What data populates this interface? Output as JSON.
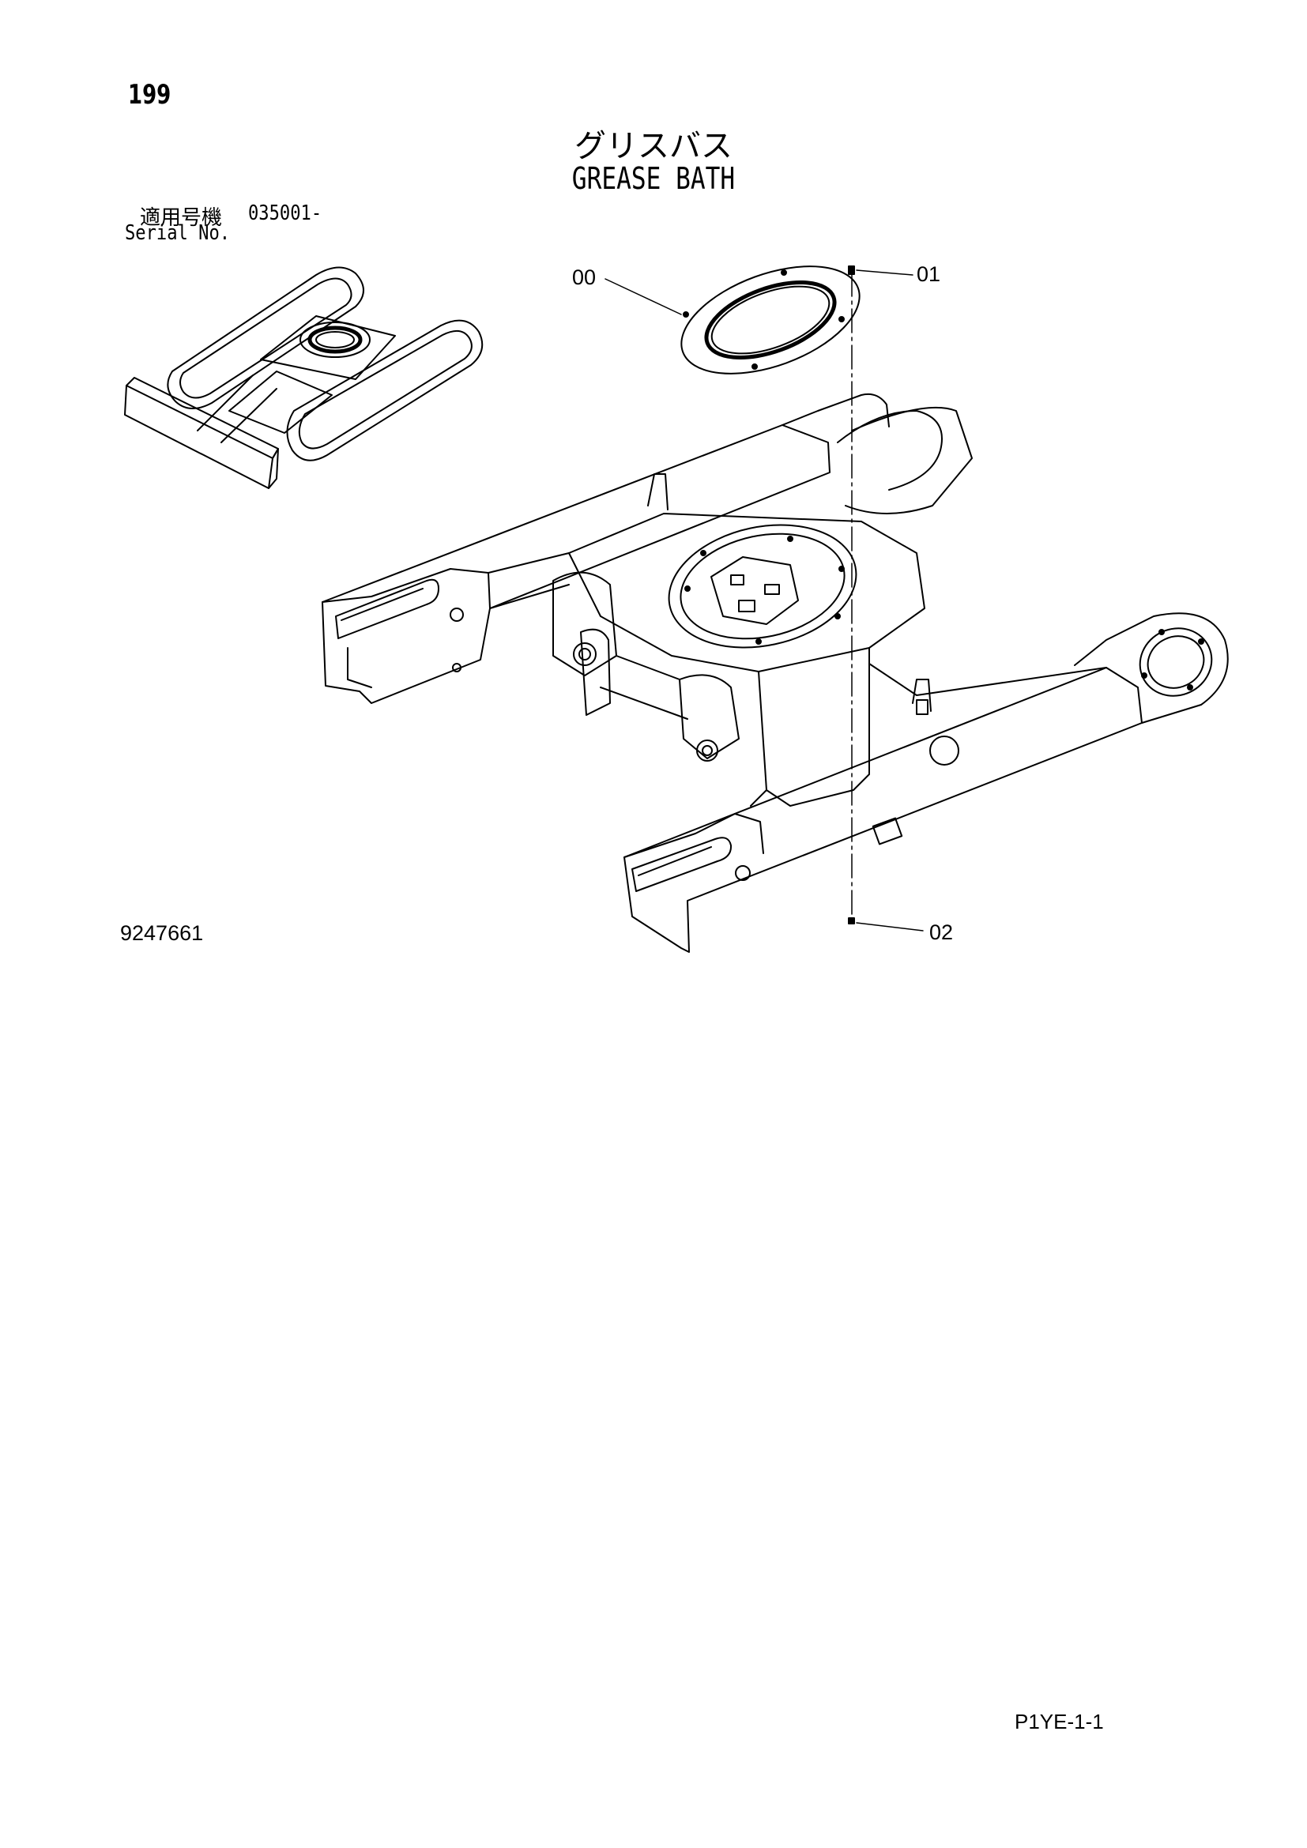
{
  "page": {
    "number": "199",
    "title_jp": "グリスバス",
    "title_en": "GREASE BATH",
    "serial_label_jp": "適用号機",
    "serial_value": "035001-",
    "serial_label_en": "Serial No.",
    "drawing_number": "9247661",
    "page_code": "P1YE-1-1"
  },
  "callouts": [
    {
      "id": "00",
      "label": "00"
    },
    {
      "id": "01",
      "label": "01"
    },
    {
      "id": "02",
      "label": "02"
    }
  ]
}
